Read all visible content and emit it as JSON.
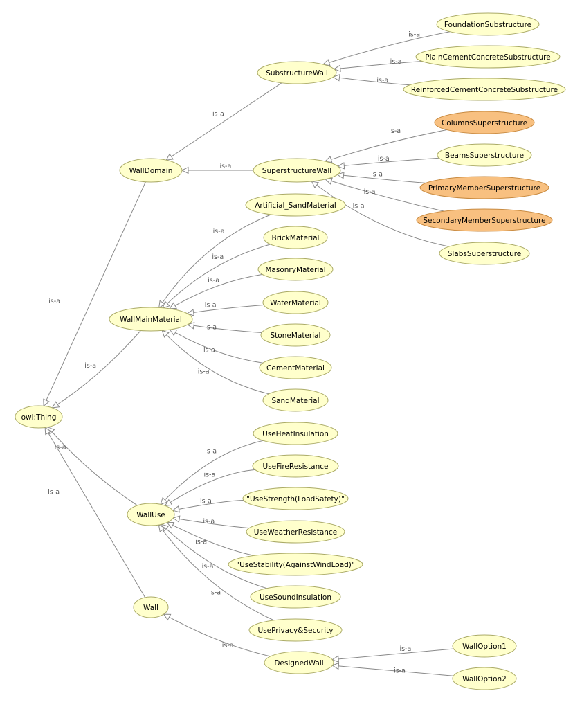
{
  "colors": {
    "node_fill": "#FFFFCC",
    "node_stroke": "#AAAA66",
    "highlight_fill": "#F8C080",
    "highlight_stroke": "#C88A40",
    "edge": "#888888"
  },
  "edge_label": "is-a",
  "nodes": [
    {
      "id": "owl_thing",
      "label": "owl:Thing",
      "highlight": false
    },
    {
      "id": "wall_domain",
      "label": "WallDomain",
      "highlight": false
    },
    {
      "id": "wall_main_material",
      "label": "WallMainMaterial",
      "highlight": false
    },
    {
      "id": "wall_use",
      "label": "WallUse",
      "highlight": false
    },
    {
      "id": "wall",
      "label": "Wall",
      "highlight": false
    },
    {
      "id": "substructure_wall",
      "label": "SubstructureWall",
      "highlight": false
    },
    {
      "id": "superstructure_wall",
      "label": "SuperstructureWall",
      "highlight": false
    },
    {
      "id": "foundation_substructure",
      "label": "FoundationSubstructure",
      "highlight": false
    },
    {
      "id": "plain_cement_concrete_substructure",
      "label": "PlainCementConcreteSubstructure",
      "highlight": false
    },
    {
      "id": "reinforced_cement_concrete_substructure",
      "label": "ReinforcedCementConcreteSubstructure",
      "highlight": false
    },
    {
      "id": "columns_superstructure",
      "label": "ColumnsSuperstructure",
      "highlight": true
    },
    {
      "id": "beams_superstructure",
      "label": "BeamsSuperstructure",
      "highlight": false
    },
    {
      "id": "primary_member_superstructure",
      "label": "PrimaryMemberSuperstructure",
      "highlight": true
    },
    {
      "id": "secondary_member_superstructure",
      "label": "SecondaryMemberSuperstructure",
      "highlight": true
    },
    {
      "id": "slabs_superstructure",
      "label": "SlabsSuperstructure",
      "highlight": false
    },
    {
      "id": "artificial_sand_material",
      "label": "Artificial_SandMaterial",
      "highlight": false
    },
    {
      "id": "brick_material",
      "label": "BrickMaterial",
      "highlight": false
    },
    {
      "id": "masonry_material",
      "label": "MasonryMaterial",
      "highlight": false
    },
    {
      "id": "water_material",
      "label": "WaterMaterial",
      "highlight": false
    },
    {
      "id": "stone_material",
      "label": "StoneMaterial",
      "highlight": false
    },
    {
      "id": "cement_material",
      "label": "CementMaterial",
      "highlight": false
    },
    {
      "id": "sand_material",
      "label": "SandMaterial",
      "highlight": false
    },
    {
      "id": "use_heat_insulation",
      "label": "UseHeatInsulation",
      "highlight": false
    },
    {
      "id": "use_fire_resistance",
      "label": "UseFireResistance",
      "highlight": false
    },
    {
      "id": "use_strength",
      "label": "\"UseStrength(LoadSafety)\"",
      "highlight": false
    },
    {
      "id": "use_weather_resistance",
      "label": "UseWeatherResistance",
      "highlight": false
    },
    {
      "id": "use_stability",
      "label": "\"UseStability(AgainstWindLoad)\"",
      "highlight": false
    },
    {
      "id": "use_sound_insulation",
      "label": "UseSoundInsulation",
      "highlight": false
    },
    {
      "id": "use_privacy_security",
      "label": "UsePrivacy&Security",
      "highlight": false
    },
    {
      "id": "designed_wall",
      "label": "DesignedWall",
      "highlight": false
    },
    {
      "id": "wall_option_1",
      "label": "WallOption1",
      "highlight": false
    },
    {
      "id": "wall_option_2",
      "label": "WallOption2",
      "highlight": false
    }
  ],
  "edges": [
    {
      "from": "wall_domain",
      "to": "owl_thing"
    },
    {
      "from": "wall_main_material",
      "to": "owl_thing"
    },
    {
      "from": "wall_use",
      "to": "owl_thing"
    },
    {
      "from": "wall",
      "to": "owl_thing"
    },
    {
      "from": "substructure_wall",
      "to": "wall_domain"
    },
    {
      "from": "superstructure_wall",
      "to": "wall_domain"
    },
    {
      "from": "foundation_substructure",
      "to": "substructure_wall"
    },
    {
      "from": "plain_cement_concrete_substructure",
      "to": "substructure_wall"
    },
    {
      "from": "reinforced_cement_concrete_substructure",
      "to": "substructure_wall"
    },
    {
      "from": "columns_superstructure",
      "to": "superstructure_wall"
    },
    {
      "from": "beams_superstructure",
      "to": "superstructure_wall"
    },
    {
      "from": "primary_member_superstructure",
      "to": "superstructure_wall"
    },
    {
      "from": "secondary_member_superstructure",
      "to": "superstructure_wall"
    },
    {
      "from": "slabs_superstructure",
      "to": "superstructure_wall"
    },
    {
      "from": "artificial_sand_material",
      "to": "wall_main_material"
    },
    {
      "from": "brick_material",
      "to": "wall_main_material"
    },
    {
      "from": "masonry_material",
      "to": "wall_main_material"
    },
    {
      "from": "water_material",
      "to": "wall_main_material"
    },
    {
      "from": "stone_material",
      "to": "wall_main_material"
    },
    {
      "from": "cement_material",
      "to": "wall_main_material"
    },
    {
      "from": "sand_material",
      "to": "wall_main_material"
    },
    {
      "from": "use_heat_insulation",
      "to": "wall_use"
    },
    {
      "from": "use_fire_resistance",
      "to": "wall_use"
    },
    {
      "from": "use_strength",
      "to": "wall_use"
    },
    {
      "from": "use_weather_resistance",
      "to": "wall_use"
    },
    {
      "from": "use_stability",
      "to": "wall_use"
    },
    {
      "from": "use_sound_insulation",
      "to": "wall_use"
    },
    {
      "from": "use_privacy_security",
      "to": "wall_use"
    },
    {
      "from": "designed_wall",
      "to": "wall"
    },
    {
      "from": "wall_option_1",
      "to": "designed_wall"
    },
    {
      "from": "wall_option_2",
      "to": "designed_wall"
    }
  ]
}
